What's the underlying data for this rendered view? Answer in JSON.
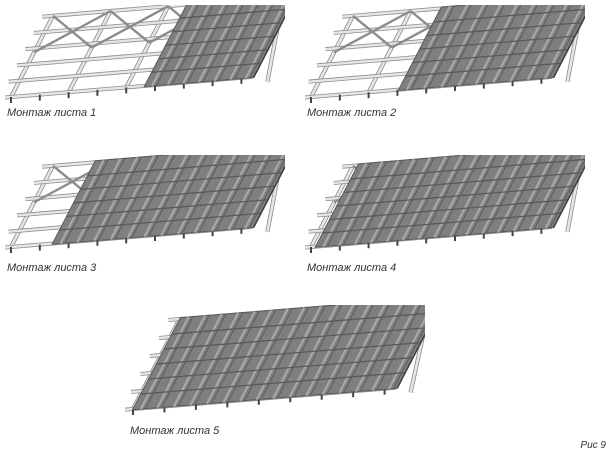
{
  "steps": [
    {
      "caption": "Монтаж листа 1"
    },
    {
      "caption": "Монтаж листа 2"
    },
    {
      "caption": "Монтаж листа 3"
    },
    {
      "caption": "Монтаж листа 4"
    },
    {
      "caption": "Монтаж листа 5"
    }
  ],
  "figure_label": "Рис 9",
  "colors": {
    "frame": "#e6e6e6",
    "frame_edge": "#8c8c8c",
    "sheet": "#7f7f7f",
    "sheet_dark": "#5a5a5a",
    "sheet_light": "#a8a8a8",
    "caption": "#333333"
  }
}
